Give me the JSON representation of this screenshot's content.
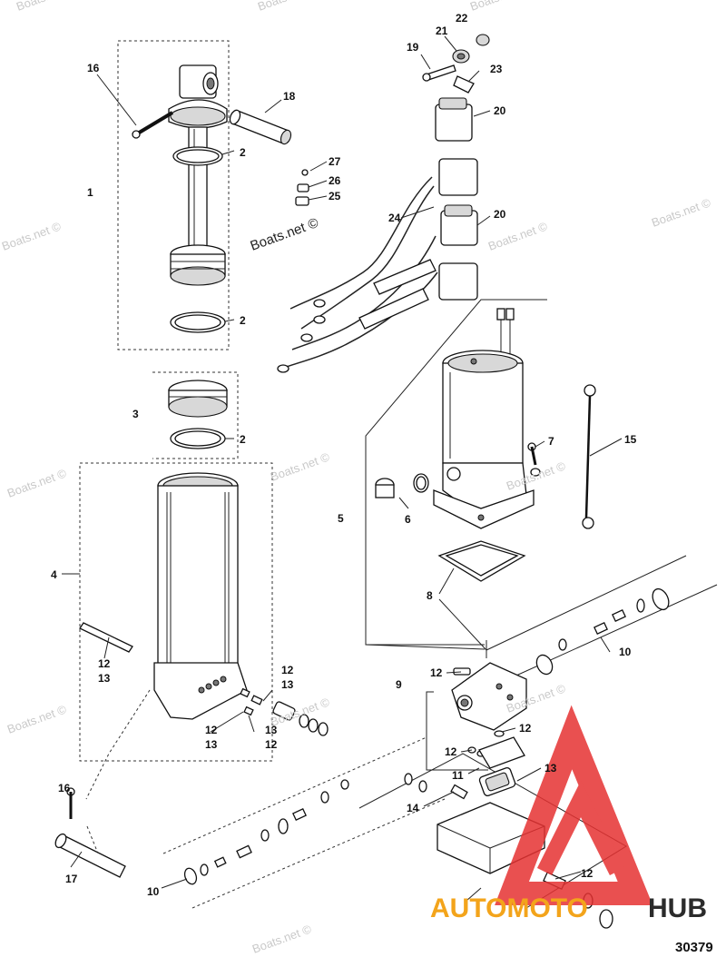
{
  "watermarks": {
    "primary": "Boats.net ©",
    "faint": [
      "Boats.net ©",
      "Boats.net ©",
      "Boats.net ©",
      "Boats.net ©",
      "Boats.net ©",
      "Boats.net ©",
      "Boats.net ©",
      "Boats.net ©",
      "Boats.net ©",
      "Boats.net ©",
      "Boats.net ©",
      "Boats.net ©",
      "Boats.net ©"
    ]
  },
  "brand": {
    "text_left": "AUTOMOTO",
    "text_right": "HUB",
    "color_orange": "#f3a41b",
    "color_dark": "#2b2b2b",
    "logo_color": "#e63232"
  },
  "figure_number": "30379",
  "callouts": [
    "16",
    "18",
    "2",
    "1",
    "2",
    "3",
    "2",
    "4",
    "12",
    "13",
    "27",
    "26",
    "25",
    "24",
    "20",
    "19",
    "21",
    "22",
    "23",
    "20",
    "15",
    "7",
    "5",
    "6",
    "8",
    "10",
    "9",
    "12",
    "12",
    "12",
    "13",
    "12",
    "13",
    "13",
    "12",
    "12",
    "11",
    "13",
    "14",
    "12",
    "16",
    "17",
    "10"
  ]
}
